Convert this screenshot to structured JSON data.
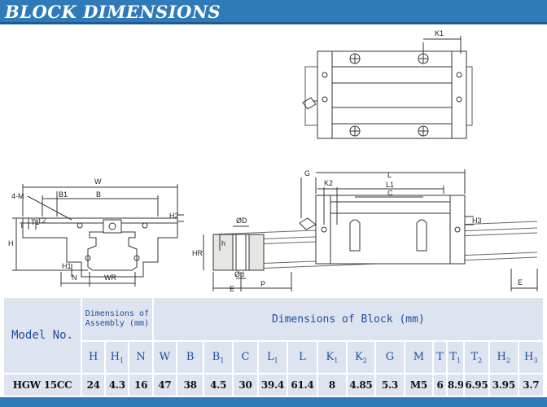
{
  "page": {
    "title": "BLOCK DIMENSIONS"
  },
  "drawing": {
    "top_view": {
      "k1": "K1"
    },
    "front_view": {
      "w": "W",
      "b": "B",
      "b1": "B1",
      "mounting": "4-M",
      "t": "T",
      "t1": "T1",
      "t2": "T2",
      "h2": "H2",
      "h": "H",
      "h1": "H1",
      "n": "N",
      "wr": "WR"
    },
    "side_view": {
      "g": "G",
      "l": "L",
      "k2": "K2",
      "l1": "L1",
      "c": "C",
      "h3": "H3",
      "od": "ØD",
      "h_small": "h",
      "hr": "HR",
      "od_small": "Ød",
      "e": "E",
      "p": "P"
    }
  },
  "table": {
    "model_header": "Model No.",
    "assembly_header": "Dimensions of Assembly (mm)",
    "block_header": "Dimensions of Block (mm)",
    "columns": [
      {
        "base": "H",
        "sub": ""
      },
      {
        "base": "H",
        "sub": "1"
      },
      {
        "base": "N",
        "sub": ""
      },
      {
        "base": "W",
        "sub": ""
      },
      {
        "base": "B",
        "sub": ""
      },
      {
        "base": "B",
        "sub": "1"
      },
      {
        "base": "C",
        "sub": ""
      },
      {
        "base": "L",
        "sub": "1"
      },
      {
        "base": "L",
        "sub": ""
      },
      {
        "base": "K",
        "sub": "1"
      },
      {
        "base": "K",
        "sub": "2"
      },
      {
        "base": "G",
        "sub": ""
      },
      {
        "base": "M",
        "sub": ""
      },
      {
        "base": "T",
        "sub": ""
      },
      {
        "base": "T",
        "sub": "1"
      },
      {
        "base": "T",
        "sub": "2"
      },
      {
        "base": "H",
        "sub": "2"
      },
      {
        "base": "H",
        "sub": "3"
      }
    ],
    "row": {
      "model": "HGW 15CC",
      "values": [
        "24",
        "4.3",
        "16",
        "47",
        "38",
        "4.5",
        "30",
        "39.4",
        "61.4",
        "8",
        "4.85",
        "5.3",
        "M5",
        "6",
        "8.9",
        "6.95",
        "3.95",
        "3.7"
      ]
    }
  }
}
